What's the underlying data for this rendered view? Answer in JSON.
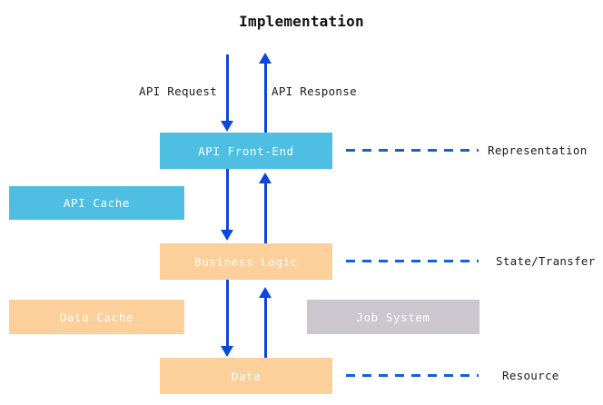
{
  "diagram": {
    "title": "Implementation",
    "boxes": [
      {
        "id": "api-frontend",
        "label": "API Front-End",
        "color": "#4ebfe3"
      },
      {
        "id": "api-cache",
        "label": "API Cache",
        "color": "#4ebfe3"
      },
      {
        "id": "business-logic",
        "label": "Business Logic",
        "color": "#fccf9b"
      },
      {
        "id": "data-cache",
        "label": "Data Cache",
        "color": "#fccf9b"
      },
      {
        "id": "job-system",
        "label": "Job System",
        "color": "#ccc6ce"
      },
      {
        "id": "data",
        "label": "Data",
        "color": "#fccf9b"
      }
    ],
    "arrow_labels": {
      "api_request": "API Request",
      "api_response": "API Response"
    },
    "side_labels": [
      {
        "id": "representation",
        "label": "Representation"
      },
      {
        "id": "state-transfer",
        "label": "State/Transfer"
      },
      {
        "id": "resource",
        "label": "Resource"
      }
    ],
    "colors": {
      "arrow": "#0d47d9",
      "dashed": "#1061dd",
      "text_on_box": "#ffffff",
      "text": "#1b1b1b"
    }
  }
}
